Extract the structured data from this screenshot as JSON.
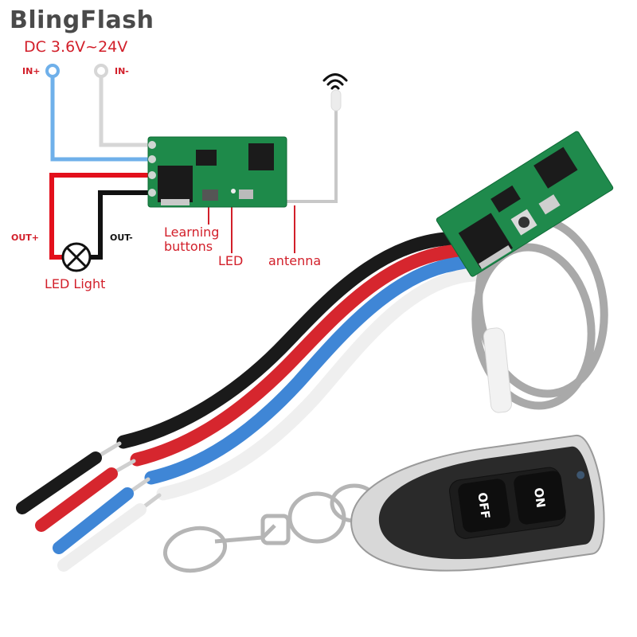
{
  "brand": {
    "watermark": "BlingFlash"
  },
  "diagram": {
    "supply_voltage": "DC 3.6V~24V",
    "terminals": {
      "in_plus": "IN+",
      "in_minus": "IN-",
      "out_plus": "OUT+",
      "out_minus": "OUT-"
    },
    "load_label": "LED Light",
    "callouts": {
      "learning_buttons": "Learning buttons",
      "learning_line1": "Learning",
      "learning_line2": "buttons",
      "led": "LED",
      "antenna": "antenna"
    },
    "icons": [
      "wifi-signal-icon",
      "lamp-symbol-icon"
    ]
  },
  "remote": {
    "buttons": [
      {
        "label": "OFF"
      },
      {
        "label": "ON"
      }
    ]
  },
  "product": {
    "wire_colors": {
      "black": "#1a1a1a",
      "red": "#d6262e",
      "blue": "#3f86d6",
      "white": "#eeeeee",
      "antenna_grey": "#a9a9a9"
    },
    "pcb_color": "#1f8a4c",
    "accent_red": "#d21f2a"
  }
}
